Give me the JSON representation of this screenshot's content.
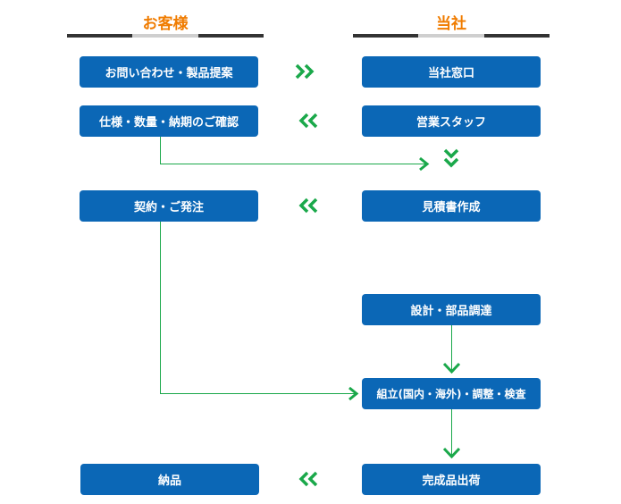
{
  "headers": {
    "customer": "お客様",
    "company": "当社"
  },
  "customer_steps": {
    "inquiry": "お問い合わせ・製品提案",
    "spec_confirm": "仕様・数量・納期のご確認",
    "contract": "契約・ご発注",
    "delivery": "納品"
  },
  "company_steps": {
    "contact": "当社窓口",
    "sales_staff": "営業スタッフ",
    "quote": "見積書作成",
    "design": "設計・部品調達",
    "assembly": "組立(国内・海外)・調整・検査",
    "shipping": "完成品出荷"
  },
  "colors": {
    "box": "#0b67b6",
    "arrow": "#1aa84a",
    "header": "#f07c00"
  }
}
